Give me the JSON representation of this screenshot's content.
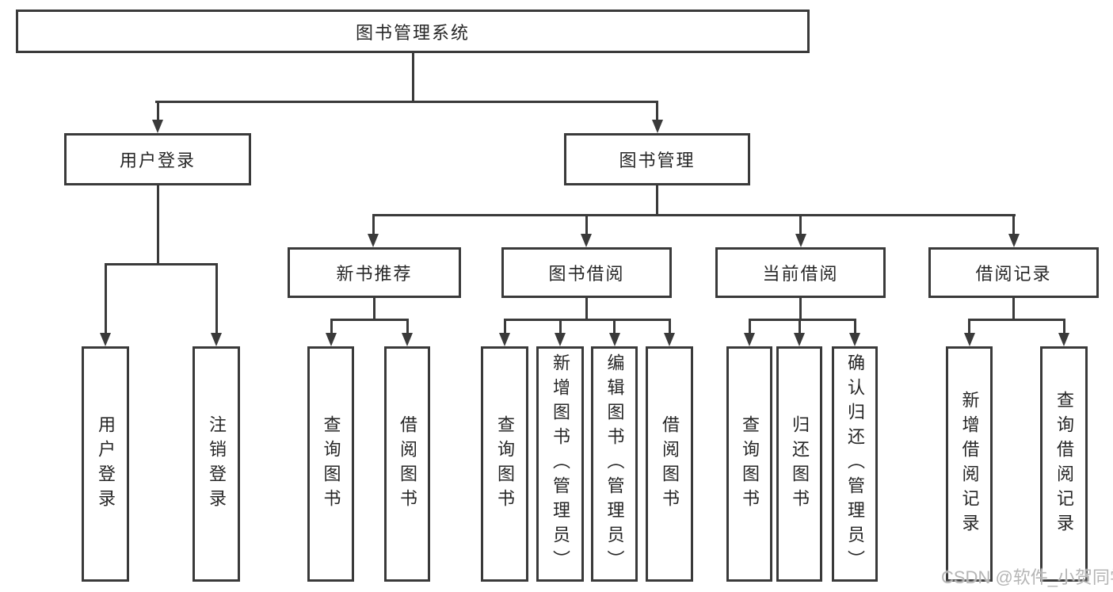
{
  "tree": {
    "root": {
      "label": "图书管理系统"
    },
    "branches": [
      {
        "label": "用户登录",
        "children": [
          {
            "label": "用户登录"
          },
          {
            "label": "注销登录"
          }
        ]
      },
      {
        "label": "图书管理",
        "children": [
          {
            "label": "新书推荐",
            "children": [
              {
                "label": "查询图书"
              },
              {
                "label": "借阅图书"
              }
            ]
          },
          {
            "label": "图书借阅",
            "children": [
              {
                "label": "查询图书"
              },
              {
                "label": "新增图书（管理员）"
              },
              {
                "label": "编辑图书（管理员）"
              },
              {
                "label": "借阅图书"
              }
            ]
          },
          {
            "label": "当前借阅",
            "children": [
              {
                "label": "查询图书"
              },
              {
                "label": "归还图书"
              },
              {
                "label": "确认归还（管理员）"
              }
            ]
          },
          {
            "label": "借阅记录",
            "children": [
              {
                "label": "新增借阅记录"
              },
              {
                "label": "查询借阅记录"
              }
            ]
          }
        ]
      }
    ]
  },
  "watermark": {
    "text": "CSDN @软件_小贺同学"
  },
  "colors": {
    "line": "#3a3a3a",
    "text": "#262626",
    "watermark": "#b5b5b5",
    "background": "#ffffff"
  }
}
